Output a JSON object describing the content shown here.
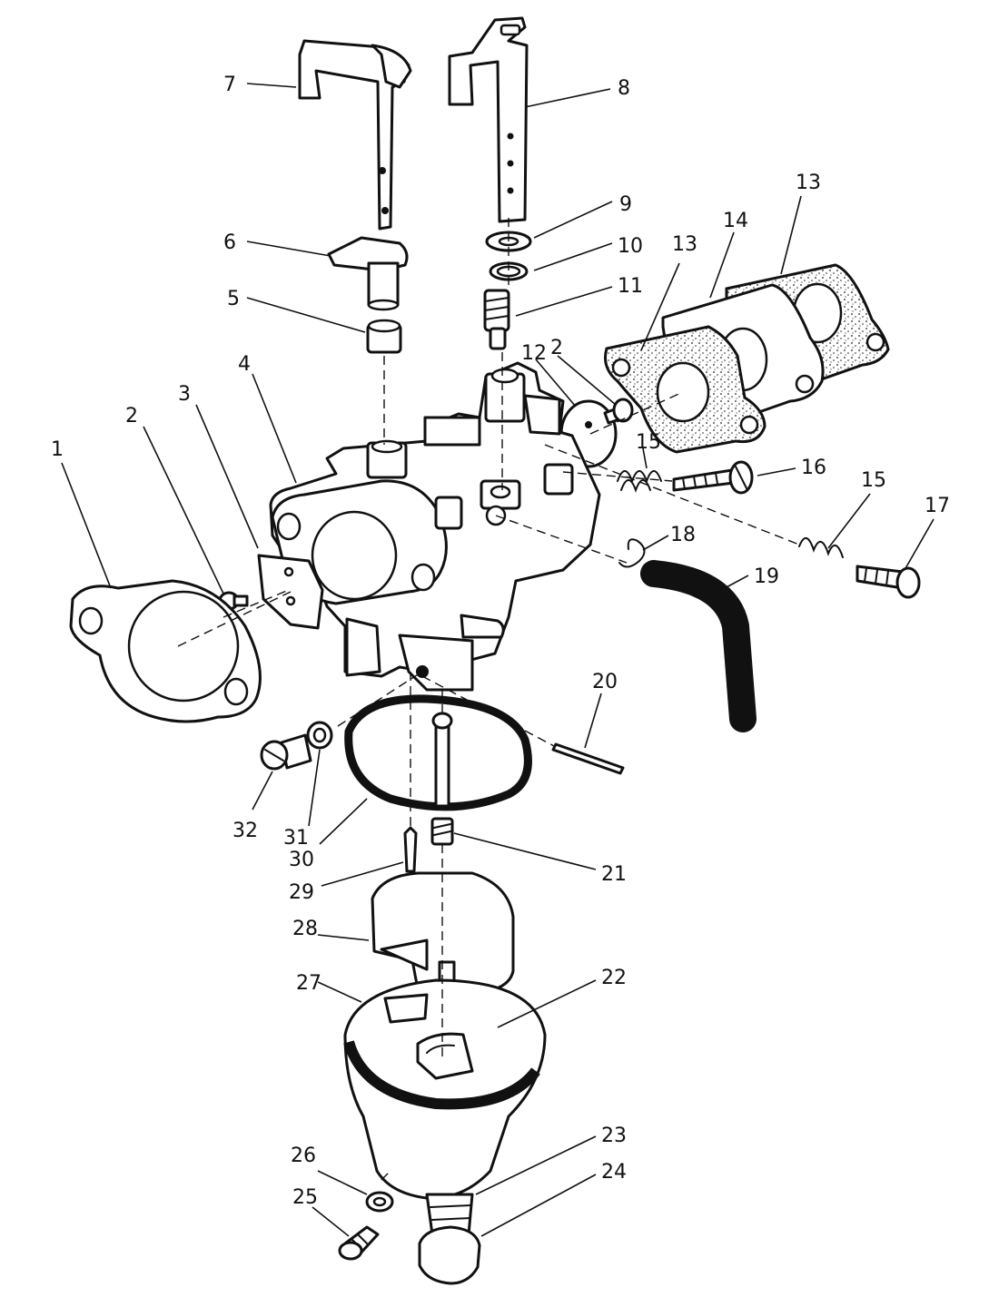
{
  "diagram": {
    "callouts": [
      {
        "id": "c1",
        "label": "1"
      },
      {
        "id": "c2a",
        "label": "2"
      },
      {
        "id": "c2b",
        "label": "2"
      },
      {
        "id": "c3",
        "label": "3"
      },
      {
        "id": "c4",
        "label": "4"
      },
      {
        "id": "c5",
        "label": "5"
      },
      {
        "id": "c6",
        "label": "6"
      },
      {
        "id": "c7",
        "label": "7"
      },
      {
        "id": "c8",
        "label": "8"
      },
      {
        "id": "c9",
        "label": "9"
      },
      {
        "id": "c10",
        "label": "10"
      },
      {
        "id": "c11",
        "label": "11"
      },
      {
        "id": "c12",
        "label": "12"
      },
      {
        "id": "c13a",
        "label": "13"
      },
      {
        "id": "c13b",
        "label": "13"
      },
      {
        "id": "c14",
        "label": "14"
      },
      {
        "id": "c15a",
        "label": "15"
      },
      {
        "id": "c15b",
        "label": "15"
      },
      {
        "id": "c16",
        "label": "16"
      },
      {
        "id": "c17",
        "label": "17"
      },
      {
        "id": "c18",
        "label": "18"
      },
      {
        "id": "c19",
        "label": "19"
      },
      {
        "id": "c20",
        "label": "20"
      },
      {
        "id": "c21",
        "label": "21"
      },
      {
        "id": "c22",
        "label": "22"
      },
      {
        "id": "c23",
        "label": "23"
      },
      {
        "id": "c24",
        "label": "24"
      },
      {
        "id": "c25",
        "label": "25"
      },
      {
        "id": "c26",
        "label": "26"
      },
      {
        "id": "c27",
        "label": "27"
      },
      {
        "id": "c28",
        "label": "28"
      },
      {
        "id": "c29",
        "label": "29"
      },
      {
        "id": "c30",
        "label": "30"
      },
      {
        "id": "c31",
        "label": "31"
      },
      {
        "id": "c32",
        "label": "32"
      }
    ]
  }
}
